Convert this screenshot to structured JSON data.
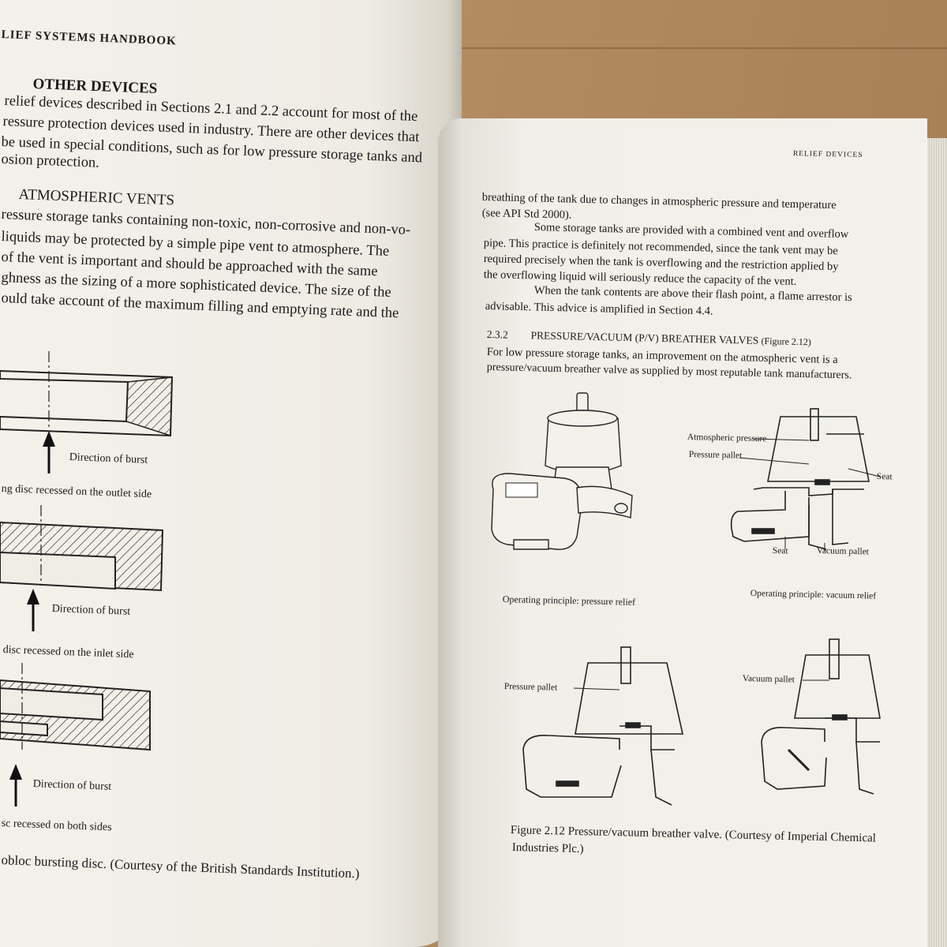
{
  "left_page": {
    "running_head": "LIEF SYSTEMS HANDBOOK",
    "section_heading": "OTHER DEVICES",
    "para1": [
      "relief devices described in Sections 2.1 and 2.2 account for most of the",
      "ressure protection devices used in industry. There are other devices that",
      "be used in special conditions, such as for low pressure storage tanks and",
      "osion protection."
    ],
    "subheading": "ATMOSPHERIC VENTS",
    "para2": [
      "ressure storage tanks containing non-toxic, non-corrosive and non-vo-",
      "liquids may be protected by a simple pipe vent to atmosphere. The",
      "of the vent is important and should be approached with the same",
      "ghness as the sizing of a more sophisticated device. The size of the",
      "ould take account of the maximum filling and emptying rate and the"
    ],
    "figure": {
      "arrow_label": "Direction of burst",
      "captions": [
        "ng disc recessed on the outlet side",
        "disc recessed on the inlet side",
        "sc recessed on both sides"
      ],
      "figure_caption": "obloc bursting disc. (Courtesy of the British Standards Institution.)"
    }
  },
  "right_page": {
    "running_head": "RELIEF DEVICES",
    "para1": [
      "breathing of the tank due to changes in atmospheric pressure and temperature",
      "(see API Std 2000)."
    ],
    "para2": [
      "Some storage tanks are provided with a combined vent and overflow",
      "pipe. This practice is definitely not recommended, since the tank vent may be",
      "required precisely when the tank is overflowing and the restriction applied by",
      "the overflowing liquid will seriously reduce the capacity of the vent."
    ],
    "para3": [
      "When the tank contents are above their flash point, a flame arrestor is",
      "advisable. This advice is amplified in Section 4.4."
    ],
    "section_number": "2.3.2",
    "section_title": "PRESSURE/VACUUM (P/V) BREATHER VALVES",
    "section_ref": "(Figure 2.12)",
    "para4": [
      "For low pressure storage tanks, an improvement on the atmospheric vent is a",
      "pressure/vacuum breather valve as supplied by most reputable tank manufacturers."
    ],
    "figure": {
      "labels": {
        "atmospheric_pressure": "Atmospheric pressure",
        "pressure_pallet_top": "Pressure pallet",
        "seat_right": "Seat",
        "seat_bottom": "Seat",
        "vacuum_pallet_top": "Vacuum pallet",
        "pressure_pallet_bottom": "Pressure pallet",
        "vacuum_pallet_bottom": "Vacuum pallet"
      },
      "op_pressure": "Operating principle: pressure relief",
      "op_vacuum": "Operating principle: vacuum relief",
      "caption_line1": "Figure 2.12   Pressure/vacuum breather valve. (Courtesy of Imperial Chemical",
      "caption_line2": "Industries Plc.)"
    }
  }
}
